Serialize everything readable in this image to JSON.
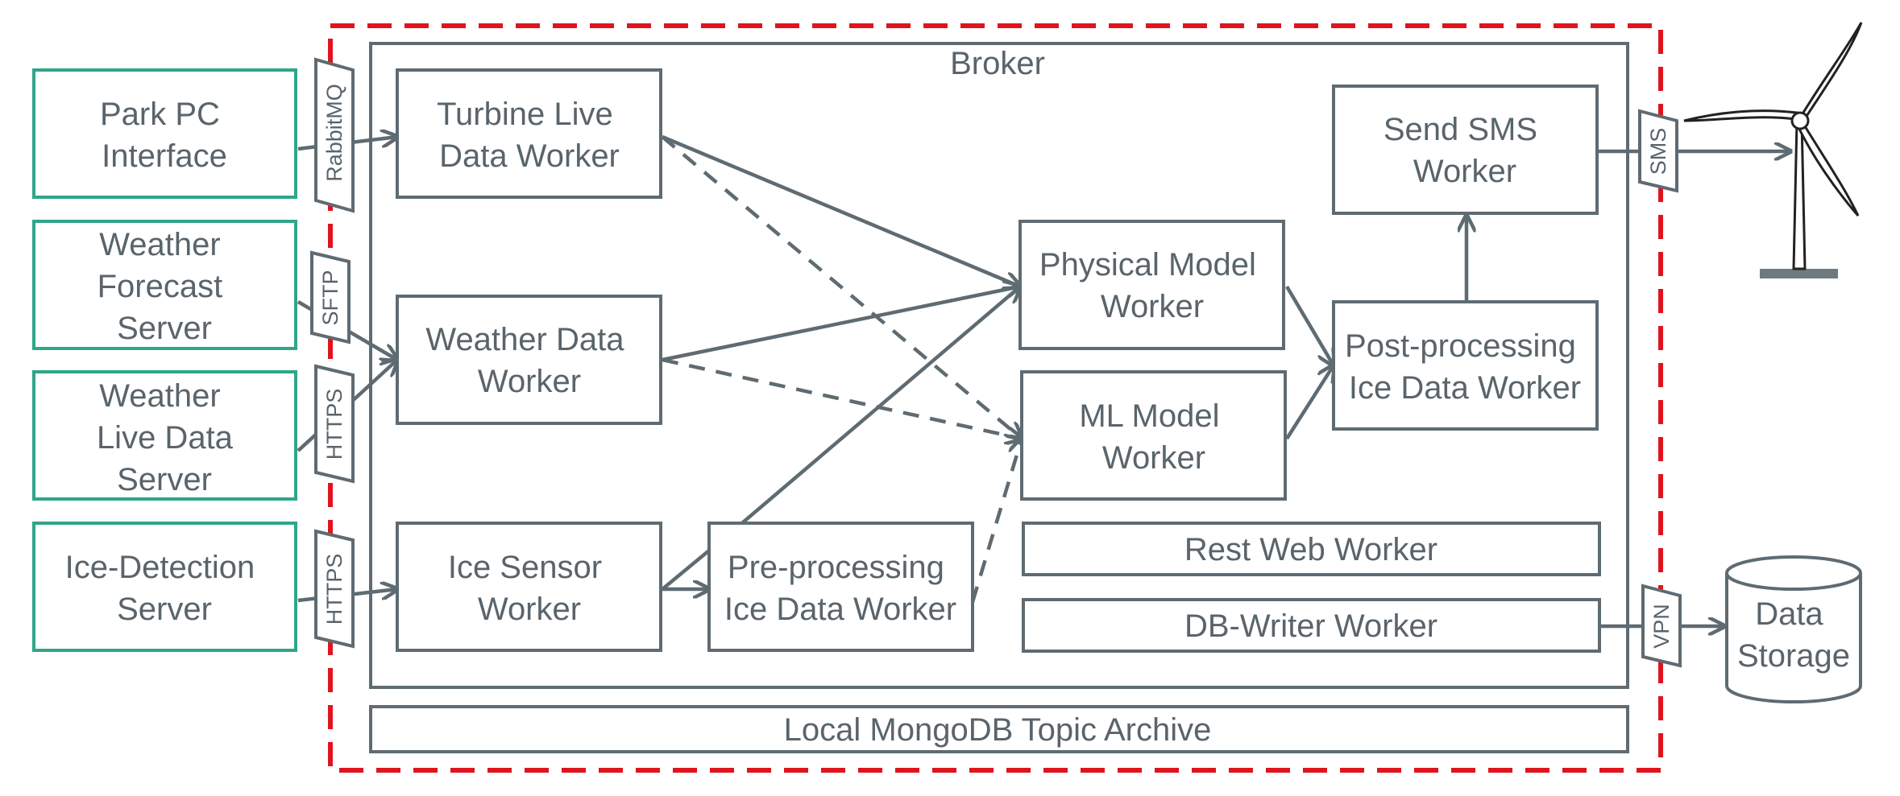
{
  "broker": {
    "title": "Broker"
  },
  "sources": {
    "park_pc": [
      "Park PC",
      "Interface"
    ],
    "weather_forecast": [
      "Weather",
      "Forecast",
      "Server"
    ],
    "weather_live": [
      "Weather",
      "Live Data",
      "Server"
    ],
    "ice_detection": [
      "Ice-Detection",
      "Server"
    ]
  },
  "protocols": {
    "rabbitmq": "RabbitMQ",
    "sftp": "SFTP",
    "https_weather": "HTTPS",
    "https_ice": "HTTPS",
    "sms": "SMS",
    "vpn": "VPN"
  },
  "workers": {
    "turbine_live": [
      "Turbine Live",
      "Data Worker"
    ],
    "weather_data": [
      "Weather Data",
      "Worker"
    ],
    "ice_sensor": [
      "Ice Sensor",
      "Worker"
    ],
    "preprocessing": [
      "Pre-processing",
      "Ice Data Worker"
    ],
    "physical_model": [
      "Physical Model",
      "Worker"
    ],
    "ml_model": [
      "ML Model",
      "Worker"
    ],
    "postprocessing": [
      "Post-processing",
      "Ice Data Worker"
    ],
    "send_sms": [
      "Send SMS",
      "Worker"
    ],
    "rest_web": "Rest Web Worker",
    "db_writer": "DB-Writer Worker"
  },
  "archive": "Local MongoDB Topic Archive",
  "storage": [
    "Data",
    "Storage"
  ],
  "icons": {
    "turbine": "wind-turbine-icon",
    "database": "database-cylinder-icon"
  },
  "colors": {
    "border_dashed": "#e0141e",
    "source_box": "#2fa58a",
    "box": "#5f6b72",
    "text": "#59646b"
  }
}
